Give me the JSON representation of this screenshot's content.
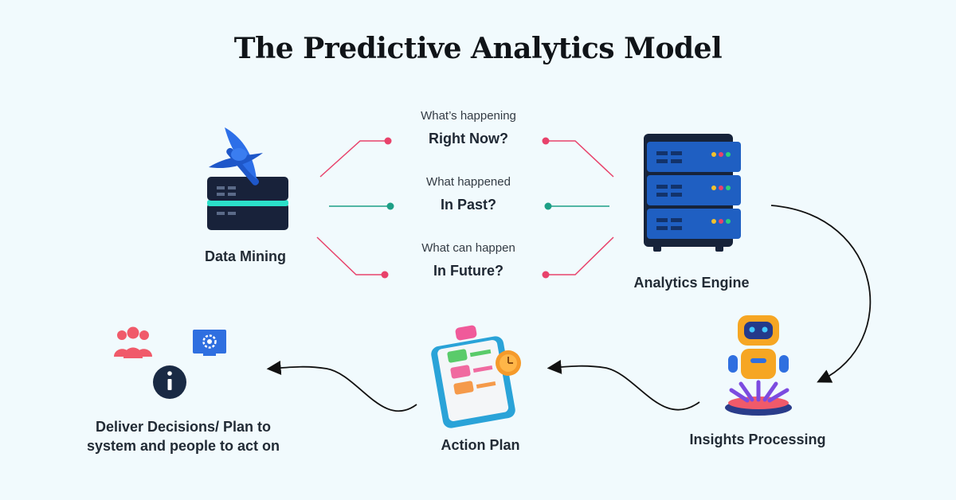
{
  "title": "The Predictive Analytics Model",
  "questions": [
    {
      "small": "What’s happening",
      "big": "Right Now?"
    },
    {
      "small": "What happened",
      "big": "In Past?"
    },
    {
      "small": "What can happen",
      "big": "In Future?"
    }
  ],
  "nodes": {
    "data_mining": "Data Mining",
    "analytics_engine": "Analytics Engine",
    "insights_processing": "Insights Processing",
    "action_plan": "Action Plan",
    "deliver_line1": "Deliver Decisions/ Plan to",
    "deliver_line2": "system and people to act on"
  },
  "colors": {
    "pink": "#e8426b",
    "teal": "#1d9f86",
    "server_blue": "#1f5fc2",
    "server_dark": "#17233a",
    "people": "#f05a6a",
    "info": "#1a2a44",
    "monitor": "#2f6fe0"
  }
}
